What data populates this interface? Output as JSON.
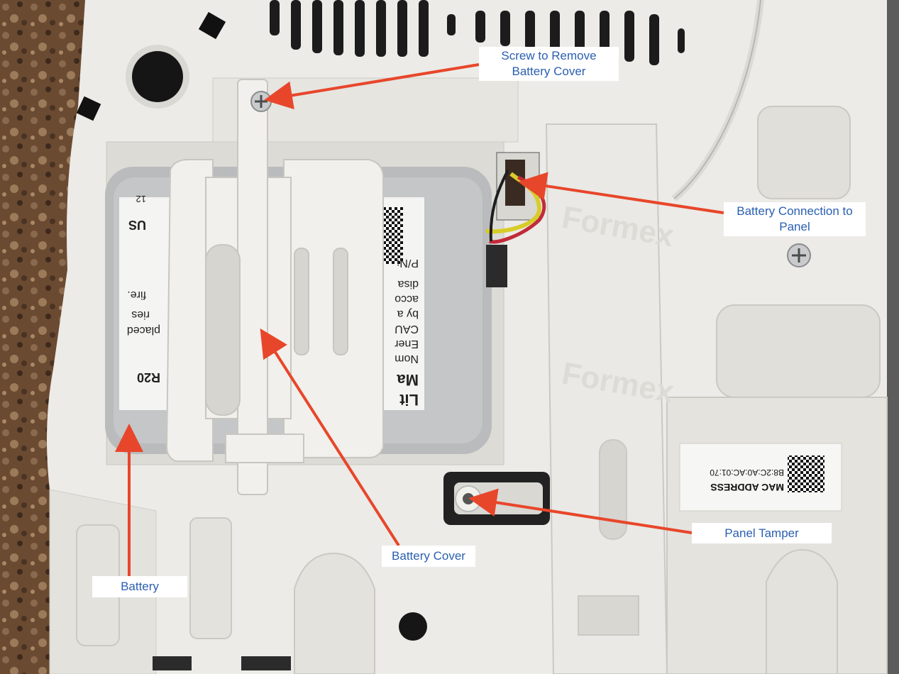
{
  "callouts": {
    "screw": "Screw to Remove\nBattery Cover",
    "connection": "Battery Connection to\nPanel",
    "tamper": "Panel Tamper",
    "cover": "Battery Cover",
    "battery": "Battery"
  },
  "battery_label": {
    "brand_lines": [
      "Lit",
      "Ma"
    ],
    "model": "R20",
    "lines": [
      "Nom",
      "Ener",
      "CAU",
      "by a",
      "acco",
      "disa",
      "P/N:"
    ],
    "right_lines": [
      "placed",
      "ries",
      "fire."
    ],
    "mark": "US",
    "number": "12"
  },
  "mac_label": {
    "title": "MAC ADDRESS",
    "value": "B8:2C:A0:AC:01:70"
  },
  "embossed_text": "Formex",
  "colors": {
    "arrow": "#e8462b",
    "callout_text": "#2a5fb0",
    "panel": "#e9e7e2",
    "battery": "#b9bbbd"
  },
  "icons": [
    "screw-icon",
    "qr-code-icon",
    "wire-connector-icon"
  ]
}
